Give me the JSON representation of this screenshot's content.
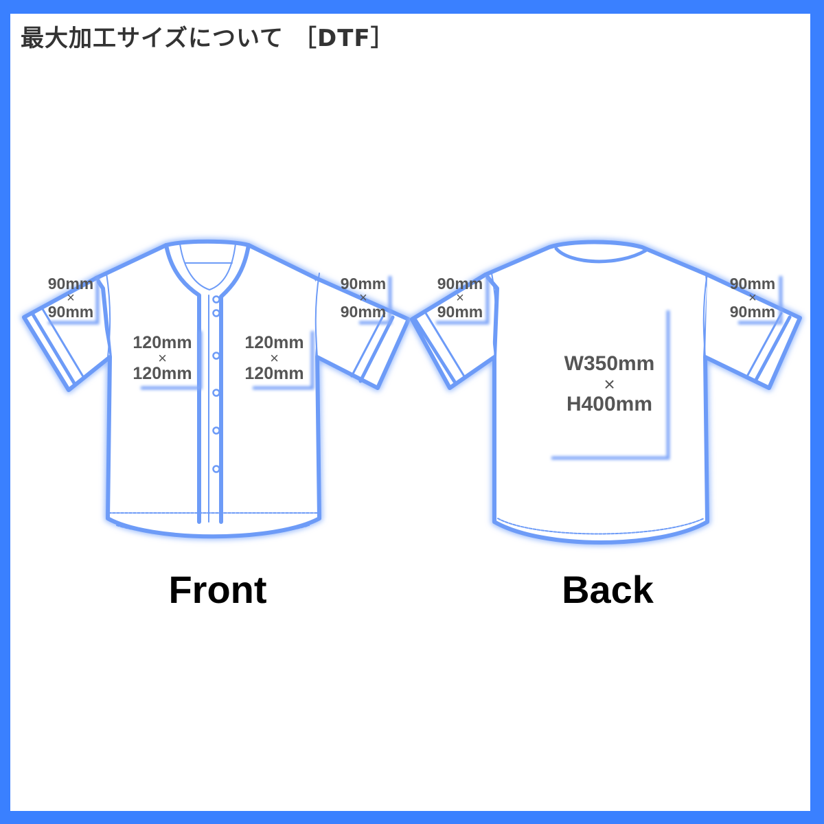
{
  "title": {
    "text": "最大加工サイズについて",
    "tag": "［DTF］"
  },
  "colors": {
    "border": "#3a80ff",
    "outline": "#6d9bf7",
    "text_dim": "#555555",
    "title_text": "#333333"
  },
  "front": {
    "label": "Front",
    "sleeve_left": {
      "w": "90mm",
      "sep": "×",
      "h": "90mm"
    },
    "sleeve_right": {
      "w": "90mm",
      "sep": "×",
      "h": "90mm"
    },
    "chest_left": {
      "w": "120mm",
      "sep": "×",
      "h": "120mm"
    },
    "chest_right": {
      "w": "120mm",
      "sep": "×",
      "h": "120mm"
    }
  },
  "back": {
    "label": "Back",
    "sleeve_left": {
      "w": "90mm",
      "sep": "×",
      "h": "90mm"
    },
    "sleeve_right": {
      "w": "90mm",
      "sep": "×",
      "h": "90mm"
    },
    "body": {
      "w": "W350mm",
      "sep": "×",
      "h": "H400mm"
    }
  }
}
